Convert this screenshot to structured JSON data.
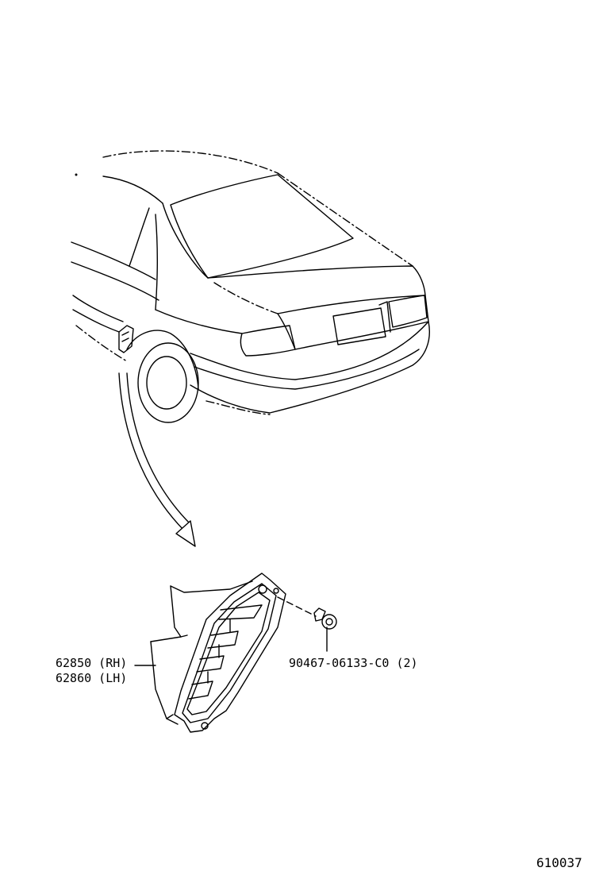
{
  "parts": {
    "protector_rh": "62850 (RH)",
    "protector_lh": "62860 (LH)",
    "bolt": "90467-06133-C0 (2)"
  },
  "diagram_code": "610037"
}
